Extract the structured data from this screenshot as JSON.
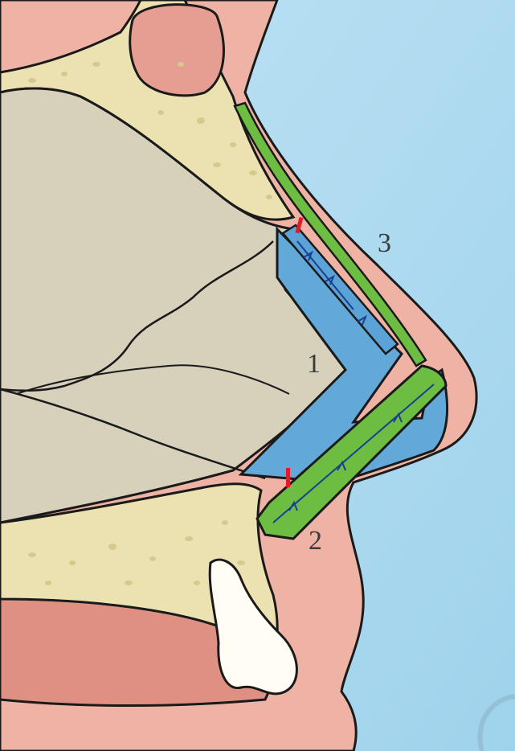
{
  "labels": {
    "one": "1",
    "two": "2",
    "three": "3"
  },
  "colors": {
    "background_sky": "#acd9ee",
    "skin": "#eeb3a5",
    "skin_dark": "#de9182",
    "bone": "#ebe1b1",
    "bone_pores": "#d7c98d",
    "septal_cartilage": "#d7d0bb",
    "graft_blue": "#62a9da",
    "graft_green": "#6dbd43",
    "marker_red": "#e01b2a",
    "tooth": "#fffdf4",
    "outline": "#1a1a1a"
  }
}
